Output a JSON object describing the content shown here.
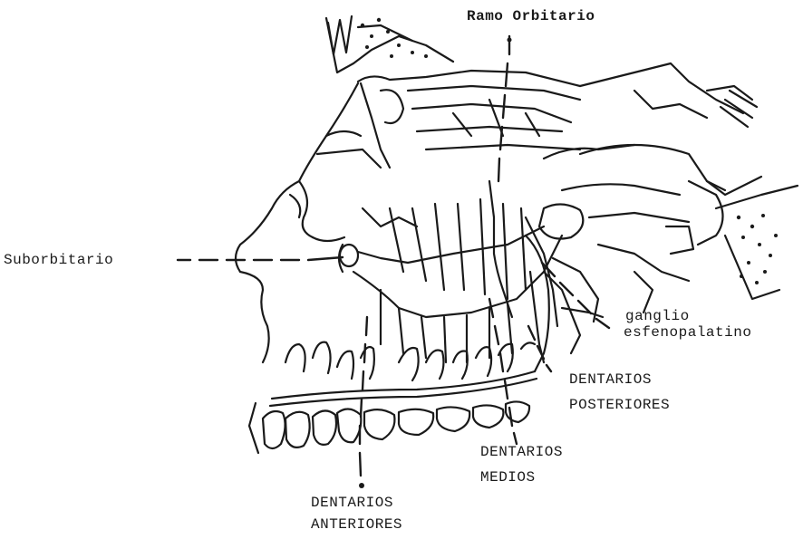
{
  "labels": {
    "ramo_orbitario": "Ramo Orbitario",
    "suborbitario": "Suborbitario",
    "ganglio_line1": "ganglio",
    "ganglio_line2": "esfenopalatino",
    "dentarios_posteriores_line1": "DENTARIOS",
    "dentarios_posteriores_line2": "POSTERIORES",
    "dentarios_medios_line1": "DENTARIOS",
    "dentarios_medios_line2": "MEDIOS",
    "dentarios_anteriores_line1": "DENTARIOS",
    "dentarios_anteriores_line2": "ANTERIORES"
  },
  "colors": {
    "ink": "#1a1a1a",
    "paper": "#ffffff"
  }
}
